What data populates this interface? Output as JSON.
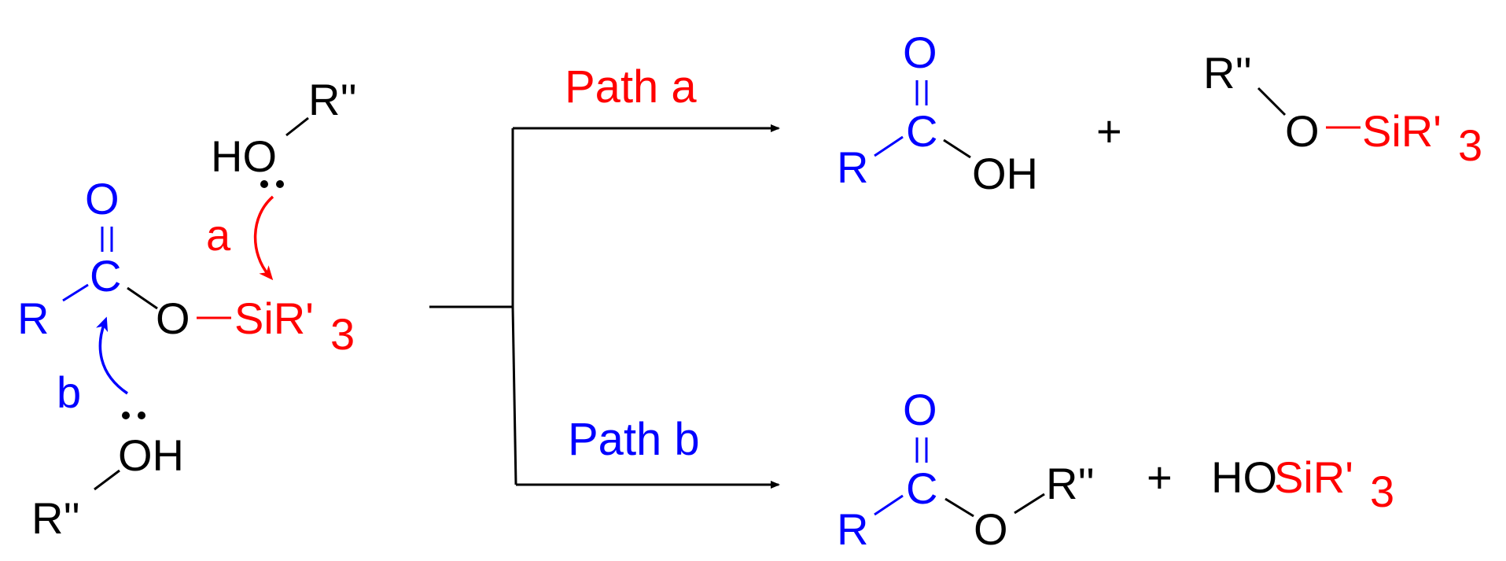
{
  "colors": {
    "black": "#000000",
    "red": "#ff0000",
    "blue": "#0000ff"
  },
  "reactant": {
    "ester": {
      "O_carbonyl": "O",
      "C": "C",
      "R": "R",
      "O_ester": "O",
      "silyl": "SiR'",
      "silyl_sub": "3"
    },
    "alcohol_top": {
      "HO": "HO",
      "R": "R''"
    },
    "alcohol_bottom": {
      "OH": "OH",
      "R": "R''"
    },
    "arrow_a_label": "a",
    "arrow_b_label": "b"
  },
  "paths": {
    "a": "Path a",
    "b": "Path b"
  },
  "products_a": {
    "acid": {
      "O": "O",
      "C": "C",
      "R": "R",
      "OH": "OH"
    },
    "plus": "+",
    "silyl_ether": {
      "R": "R''",
      "O": "O",
      "Si": "SiR'",
      "sub": "3"
    }
  },
  "products_b": {
    "ester": {
      "O": "O",
      "C": "C",
      "R": "R",
      "O_ester": "O",
      "R2": "R''"
    },
    "plus": "+",
    "silanol": {
      "HO": "HO",
      "Si": "SiR'",
      "sub": "3"
    }
  }
}
